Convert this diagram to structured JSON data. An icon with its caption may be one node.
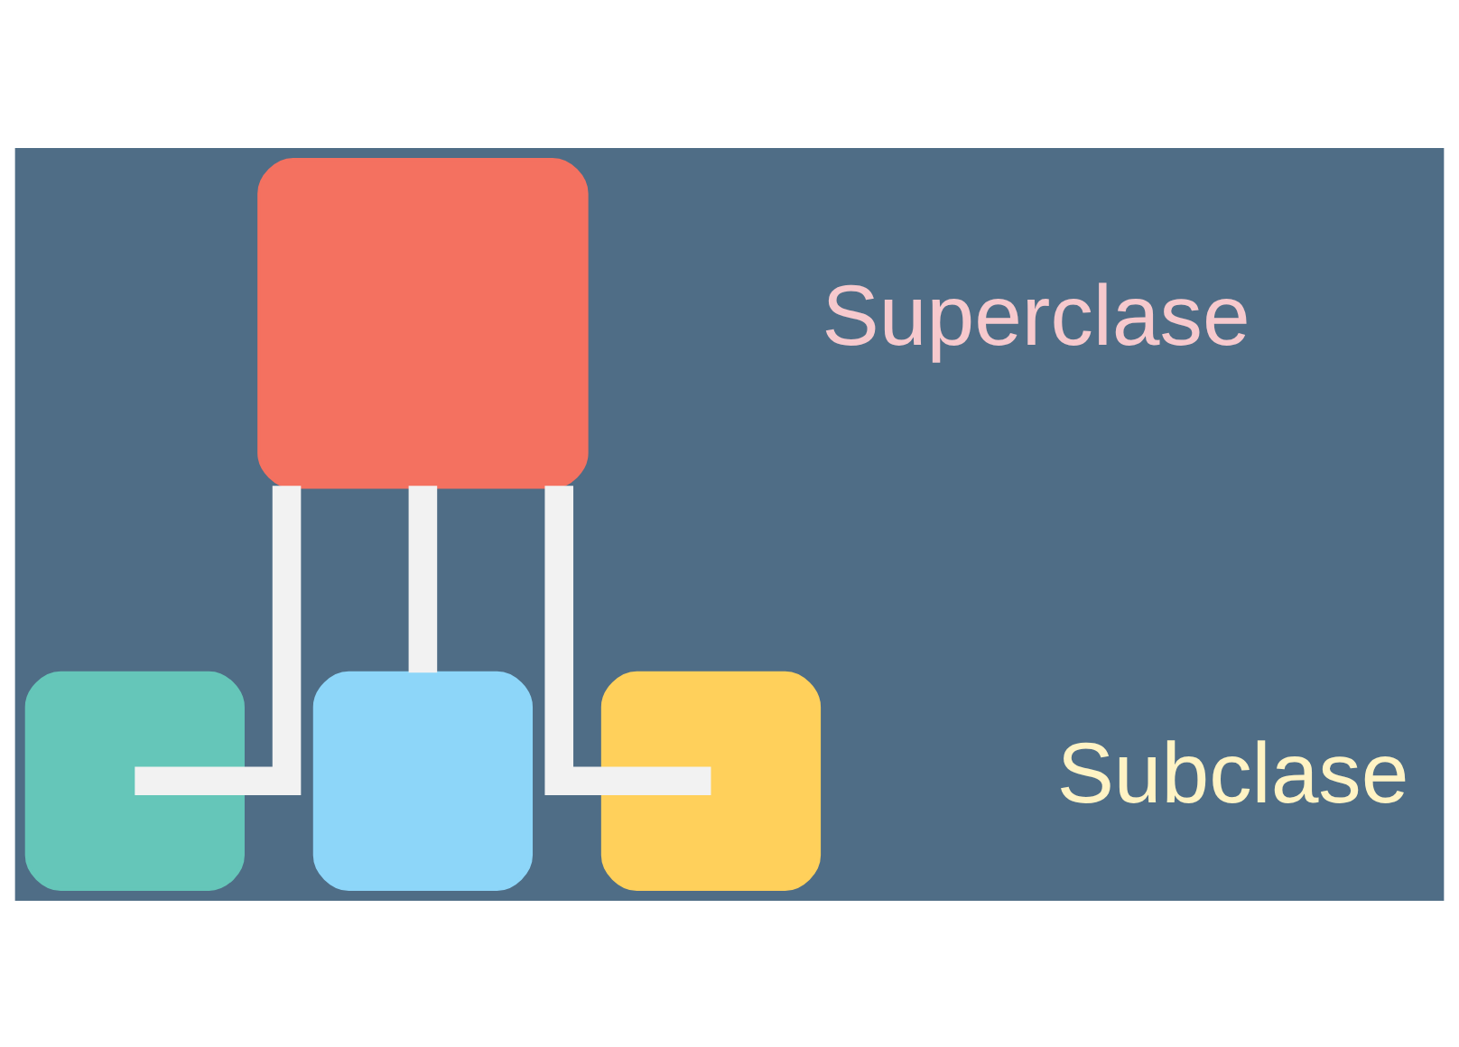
{
  "diagram": {
    "nodes": [
      {
        "text": [],
        "shape": "box"
      },
      {
        "text": [],
        "shape": "box"
      },
      {
        "text": [],
        "shape": "box"
      },
      {
        "text": [],
        "shape": "box"
      }
    ],
    "edges": [
      {
        "from": 0,
        "to": 1,
        "arrow": "none"
      },
      {
        "from": 0,
        "to": 2,
        "arrow": "none"
      },
      {
        "from": 0,
        "to": 3,
        "arrow": "none"
      }
    ],
    "labels": [
      "Superclase",
      "Subclase"
    ]
  }
}
